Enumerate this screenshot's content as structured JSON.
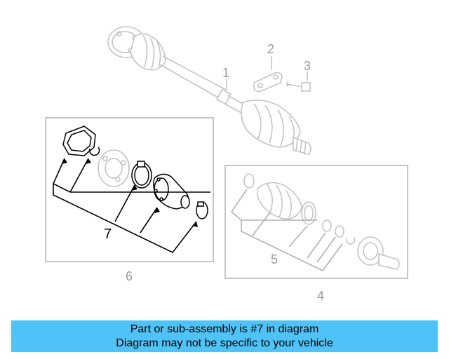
{
  "callouts": {
    "c1": "1",
    "c2": "2",
    "c3": "3",
    "c4": "4",
    "c5": "5",
    "c6": "6",
    "c7": "7"
  },
  "banner": {
    "line1": "Part or sub-assembly is #7 in diagram",
    "line2": "Diagram may not be specific to your vehicle",
    "color": "#4fc3f7"
  },
  "highlight_part": "7"
}
